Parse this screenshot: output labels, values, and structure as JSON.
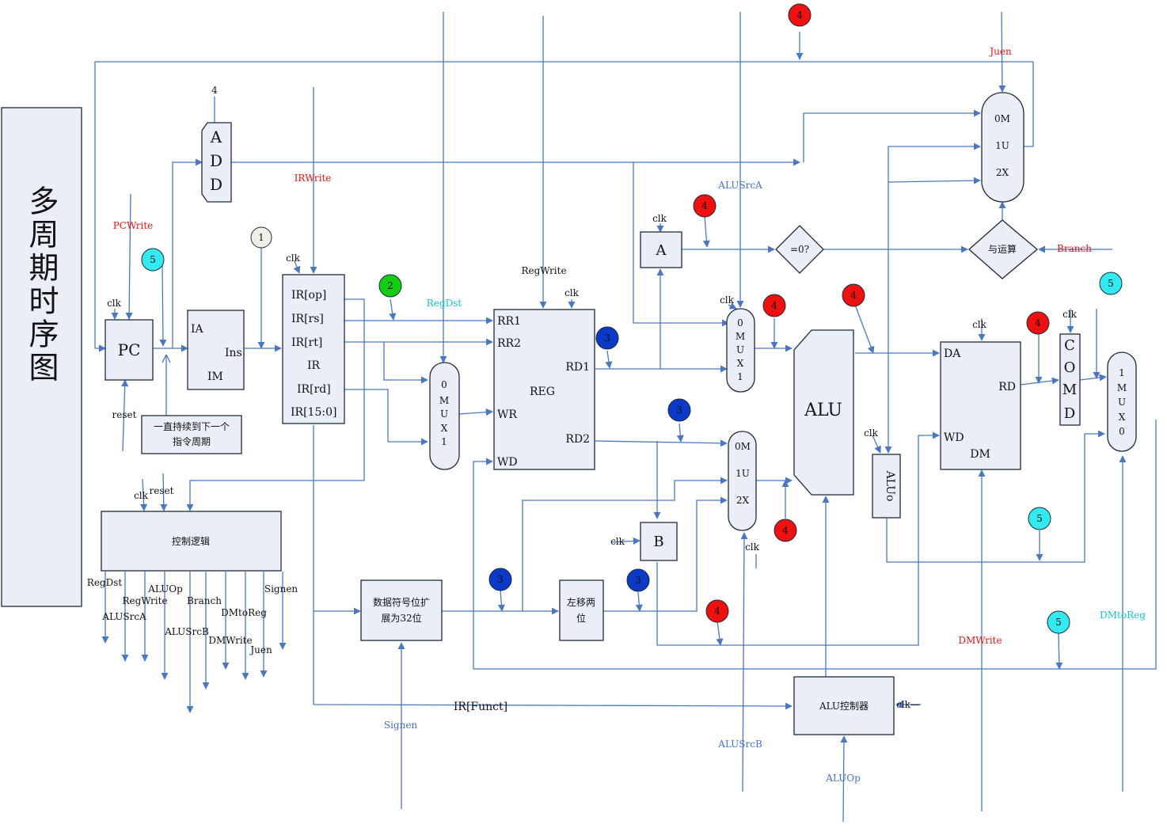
{
  "title_vertical": "多周期时序图",
  "colors": {
    "wire": "#4a78c0",
    "block_fill": "#eaeff7",
    "marker_red": "#ee1111",
    "marker_blue": "#0b39c8",
    "marker_green": "#13cc13",
    "marker_cyan": "#33eaf0",
    "marker_gray": "#f0f0e8",
    "label_red": "#ee1111",
    "label_blue": "#4472c4",
    "label_cyan": "#11c3cf"
  },
  "blocks": {
    "pc": "PC",
    "im": {
      "ia": "IA",
      "ins": "Ins",
      "im": "IM"
    },
    "ir": {
      "op": "IR[op]",
      "rs": "IR[rs]",
      "rt": "IR[rt]",
      "ir": "IR",
      "rd": "IR[rd]",
      "imm": "IR[15:0]"
    },
    "reg": {
      "rr1": "RR1",
      "rr2": "RR2",
      "wr": "WR",
      "wd": "WD",
      "rd1": "RD1",
      "rd2": "RD2",
      "name": "REG"
    },
    "add": [
      "A",
      "D",
      "D"
    ],
    "a": "A",
    "b": "B",
    "zero": "=0?",
    "and": "与运算",
    "alu": "ALU",
    "aluo": "ALUo",
    "dm": {
      "da": "DA",
      "rd": "RD",
      "wd": "WD",
      "name": "DM"
    },
    "mdr": [
      "C",
      "O",
      "M",
      "D"
    ],
    "control": "控制逻辑",
    "signext": [
      "数据符号位扩",
      "展为32位"
    ],
    "shift": [
      "左移两",
      "位"
    ],
    "aluctrl": "ALU控制器",
    "hold_note": [
      "一直持续到下一个",
      "指令周期"
    ]
  },
  "muxes": {
    "regdst": [
      "0",
      "M",
      "U",
      "X",
      "1"
    ],
    "alusrca": [
      "0",
      "M",
      "U",
      "X",
      "1"
    ],
    "alusrcb": [
      "0M",
      "1U",
      "2X"
    ],
    "pcsrc": [
      "0M",
      "1U",
      "2X"
    ],
    "memtoreg": [
      "1",
      "M",
      "U",
      "X",
      "0"
    ]
  },
  "labels": {
    "const4": "4",
    "pcwrite": "PCWrite",
    "irwrite": "IRWrite",
    "regdst": "RegDst",
    "regwrite": "RegWrite",
    "alusrca": "ALUSrcA",
    "alusrcb": "ALUSrcB",
    "juen": "Juen",
    "branch": "Branch",
    "dmwrite": "DMWrite",
    "dmtoreg": "DMtoReg",
    "signen": "Signen",
    "aluop": "ALUOp",
    "ir_funct": "IR[Funct]",
    "reset": "reset",
    "clk": "clk",
    "clk_arrow": "clk—"
  },
  "control_outputs": [
    "RegDst",
    "ALUSrcA",
    "RegWrite",
    "ALUOp",
    "ALUSrcB",
    "Branch",
    "DMWrite",
    "DMtoReg",
    "Juen",
    "Signen"
  ],
  "markers": [
    {
      "num": "1",
      "color": "gray"
    },
    {
      "num": "2",
      "color": "green"
    },
    {
      "num": "3",
      "color": "blue"
    },
    {
      "num": "4",
      "color": "red"
    },
    {
      "num": "5",
      "color": "cyan"
    }
  ]
}
